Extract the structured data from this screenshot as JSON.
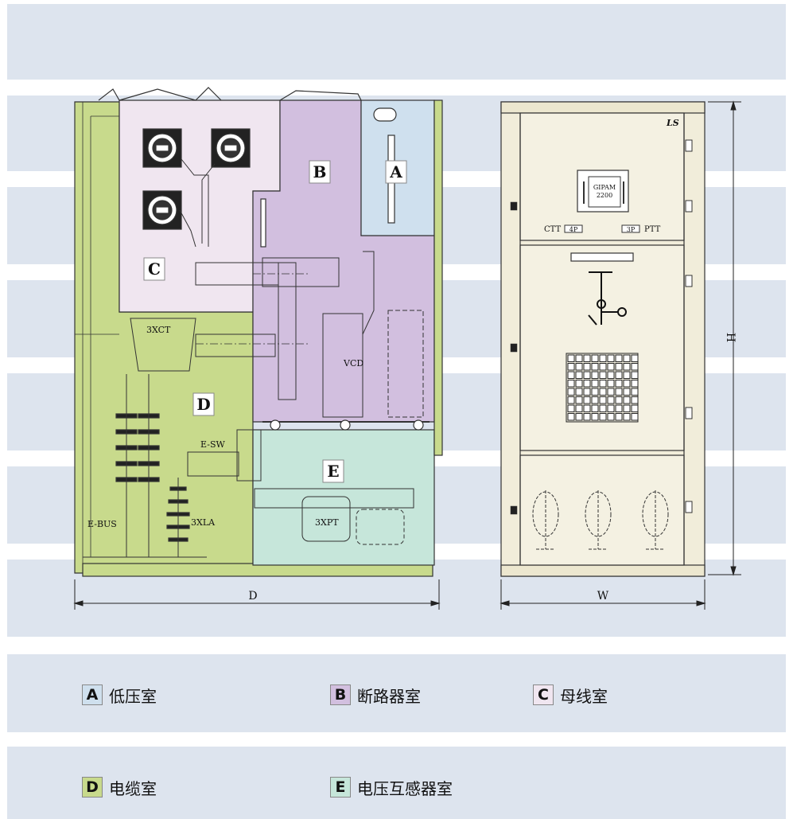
{
  "diagram": {
    "side_view": {
      "zone_badges": [
        "A",
        "B",
        "C",
        "D",
        "E"
      ],
      "components": [
        "3XCT",
        "VCD",
        "E-SW",
        "E-BUS",
        "3XLA",
        "3XPT"
      ],
      "dimension": "D"
    },
    "front_view": {
      "brand_logo": "LS",
      "meter_label_1": "GIPAM",
      "meter_label_2": "2200",
      "ctt_label": "CTT",
      "ctt_box": "4P",
      "ptt_box": "3P",
      "ptt_label": "PTT",
      "dimension_w": "W",
      "dimension_h": "H"
    }
  },
  "legend": {
    "items": [
      {
        "letter": "A",
        "label": "低压室",
        "color": "#cfe0ee"
      },
      {
        "letter": "B",
        "label": "断路器室",
        "color": "#d2bfdf"
      },
      {
        "letter": "C",
        "label": "母线室",
        "color": "#f0e6f0"
      },
      {
        "letter": "D",
        "label": "电缆室",
        "color": "#c8da8c"
      },
      {
        "letter": "E",
        "label": "电压互感器室",
        "color": "#c6e6da"
      }
    ]
  }
}
